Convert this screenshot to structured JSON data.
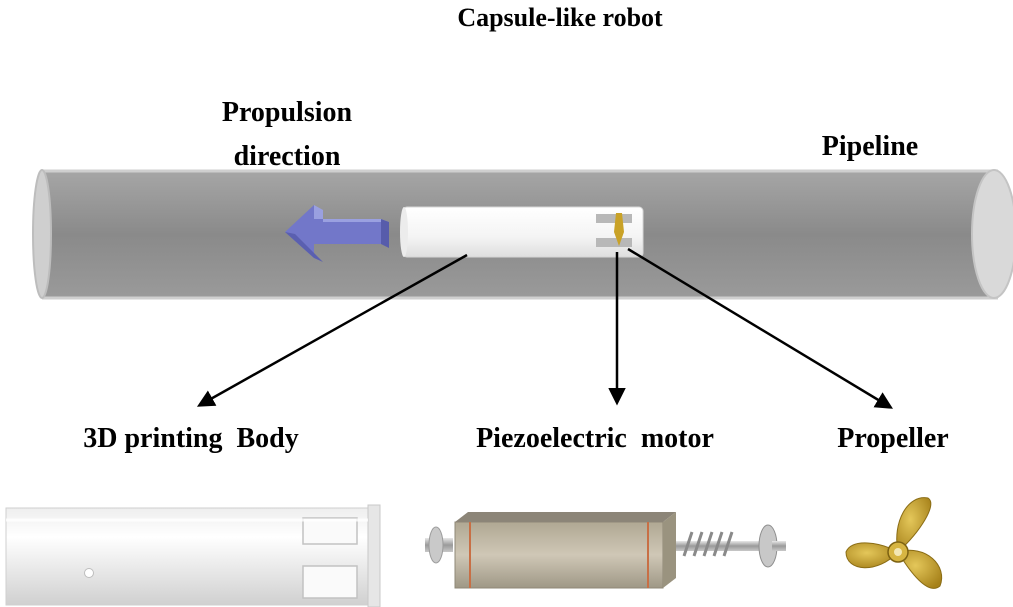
{
  "title": "Capsule-like robot",
  "labels": {
    "propulsion_line1": "Propulsion",
    "propulsion_line2": "direction",
    "pipeline": "Pipeline",
    "body": "3D printing  Body",
    "motor": "Piezoelectric  motor",
    "propeller": "Propeller"
  },
  "colors": {
    "pipe": "#8e8e8e",
    "pipe_rim": "#d9d9d9",
    "capsule": "#f7f7f7",
    "arrow": "#6f74c8",
    "motor_body": "#bdb5a4",
    "propeller": "#c9a227",
    "text": "#000000"
  },
  "icons": [
    "propulsion-arrow-icon",
    "body-part-icon",
    "motor-part-icon",
    "propeller-part-icon"
  ]
}
